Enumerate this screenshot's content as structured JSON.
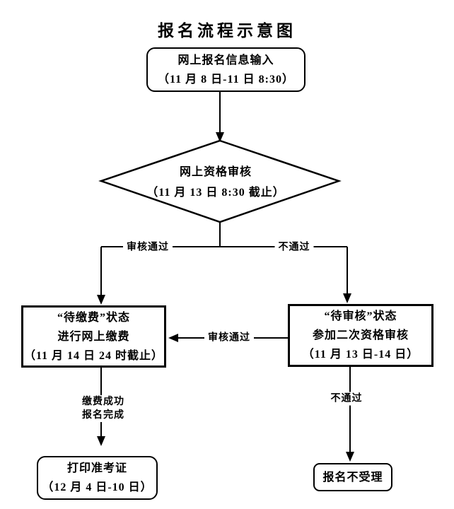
{
  "title": "报名流程示意图",
  "nodes": {
    "input": {
      "line1": "网上报名信息输入",
      "line2": "（11 月 8 日-11 日 8:30）"
    },
    "review": {
      "line1": "网上资格审核",
      "line2": "（11 月 13 日 8:30 截止）"
    },
    "pay": {
      "line1": "“待缴费”状态",
      "line2": "进行网上缴费",
      "line3": "（11 月 14 日 24 时截止）"
    },
    "second_review": {
      "line1": "“待审核”状态",
      "line2": "参加二次资格审核",
      "line3": "（11 月 13 日-14 日）"
    },
    "print": {
      "line1": "打印准考证",
      "line2": "（12 月 4 日-10 日）"
    },
    "reject": {
      "line1": "报名不受理"
    }
  },
  "labels": {
    "review_pass": "审核通过",
    "review_fail": "不通过",
    "second_pass": "审核通过",
    "pay_done_line1": "缴费成功",
    "pay_done_line2": "报名完成",
    "fail_bottom": "不通过"
  },
  "colors": {
    "line": "#000000",
    "background": "#ffffff"
  }
}
